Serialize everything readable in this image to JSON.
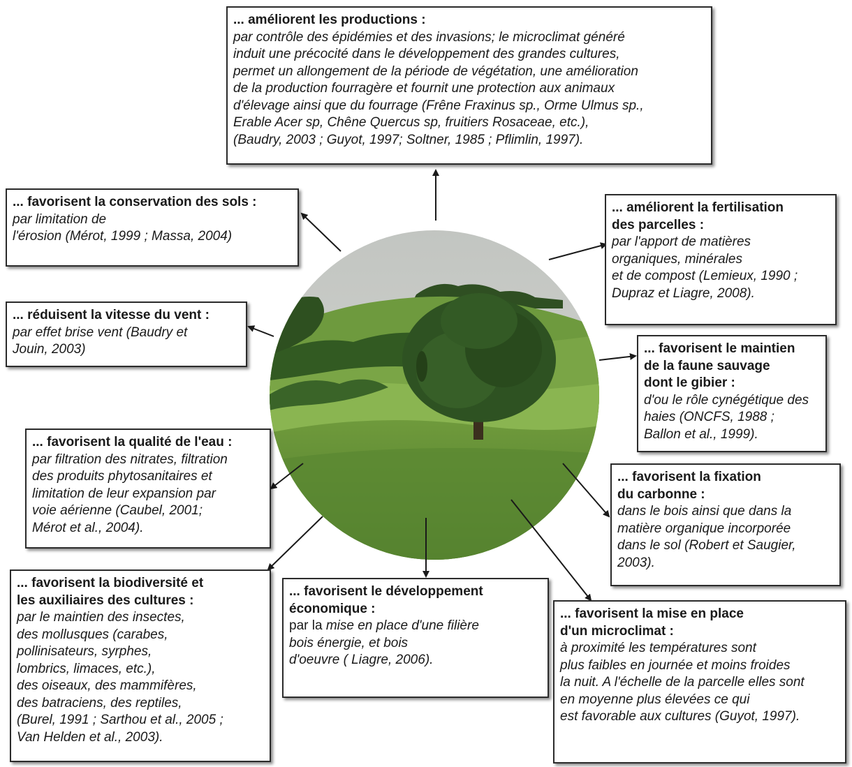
{
  "boxes": {
    "productions": {
      "title": "... améliorent les productions :",
      "body": "par contrôle des épidémies et des invasions; le microclimat généré\ninduit une précocité dans le développement des grandes cultures,\npermet un allongement de la période de végétation, une amélioration\nde la production fourragère et fournit une protection aux animaux\nd'élevage ainsi que du fourrage (Frêne Fraxinus sp., Orme Ulmus sp.,\nErable Acer sp, Chêne Quercus sp, fruitiers Rosaceae, etc.),\n(Baudry, 2003 ; Guyot, 1997; Soltner, 1985 ; Pflimlin, 1997)."
    },
    "sols": {
      "title": "... favorisent la conservation des sols :",
      "body": "par  limitation de\nl'érosion (Mérot, 1999 ; Massa, 2004)"
    },
    "fertilisation": {
      "title": "... améliorent la fertilisation\ndes parcelles :",
      "body": "par  l'apport de matières\norganiques, minérales\net de compost (Lemieux, 1990 ;\nDupraz et Liagre, 2008)."
    },
    "vent": {
      "title": "... réduisent la vitesse du vent :",
      "body": "par effet brise vent (Baudry et\nJouin, 2003)"
    },
    "faune": {
      "title": "... favorisent le maintien\nde la faune sauvage\ndont le gibier :",
      "body": "d'ou le rôle cynégétique des\nhaies (ONCFS, 1988 ;\nBallon et al., 1999)."
    },
    "eau": {
      "title": "... favorisent la qualité de l'eau :",
      "body": "par filtration des nitrates, filtration\ndes produits phytosanitaires et\nlimitation de leur expansion par\nvoie aérienne (Caubel, 2001;\nMérot et al., 2004)."
    },
    "carbone": {
      "title": "... favorisent la fixation\ndu carbonne :",
      "body": "dans le bois ainsi que dans la\nmatière organique incorporée\ndans le sol (Robert et Saugier,\n 2003)."
    },
    "biodiversite": {
      "title": "... favorisent la biodiversité et\nles auxiliaires des cultures :",
      "body": "par le maintien des insectes,\ndes mollusques (carabes,\npollinisateurs,  syrphes,\nlombrics, limaces, etc.),\ndes oiseaux, des mammifères,\ndes  batraciens, des reptiles,\n (Burel, 1991 ; Sarthou et al., 2005 ;\nVan Helden et al., 2003)."
    },
    "economique": {
      "title": "... favorisent le développement\néconomique :",
      "body_plain": "par la ",
      "body": "mise en place d'une filière\n bois énergie, et bois\nd'oeuvre ( Liagre, 2006)."
    },
    "microclimat": {
      "title": "... favorisent la mise en place\nd'un microclimat :",
      "body": "à proximité les températures sont\nplus faibles en journée et moins froides\nla nuit. A l'échelle de la parcelle elles sont\nen moyenne plus élevées ce qui\nest favorable aux cultures (Guyot, 1997)."
    }
  },
  "colors": {
    "sky": "#c9ccc8",
    "hill_light": "#7fa84a",
    "hill_dark": "#3f6b25",
    "tree": "#2f5322",
    "field": "#5d8a32"
  }
}
